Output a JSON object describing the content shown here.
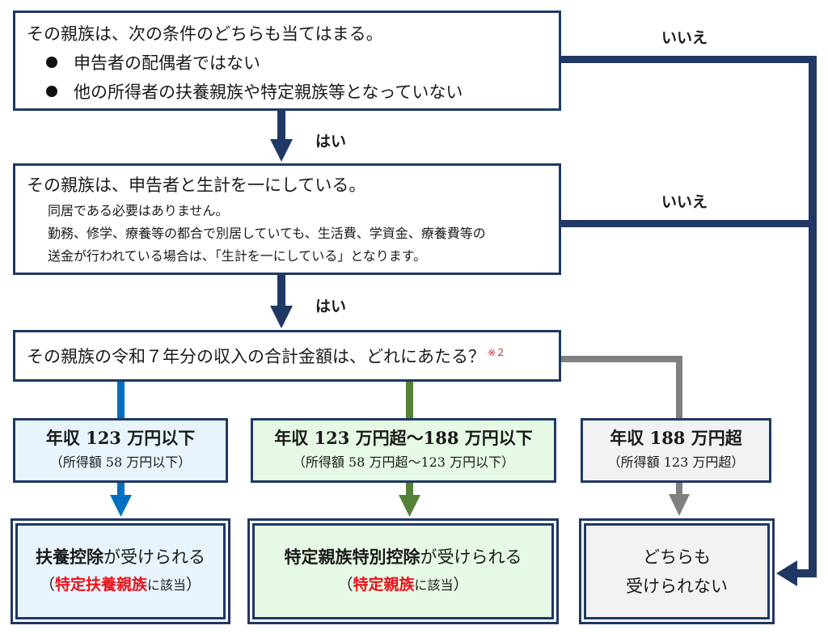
{
  "colors": {
    "navy": "#1f3864",
    "blue": "#0070c0",
    "green": "#538135",
    "gray": "#808080",
    "red": "#e8121c",
    "light_blue_bg": "#e8f4fd",
    "light_green_bg": "#e6f9e4",
    "light_gray_bg": "#f2f2f2"
  },
  "labels": {
    "yes": "はい",
    "no": "いいえ"
  },
  "q1": {
    "title": "その親族は、次の条件のどちらも当てはまる。",
    "bullets": [
      "申告者の配偶者ではない",
      "他の所得者の扶養親族や特定親族等となっていない"
    ]
  },
  "q2": {
    "title": "その親族は、申告者と生計を一にしている。",
    "notes": [
      "同居である必要はありません。",
      "勤務、修学、療養等の都合で別居していても、生活費、学資金、療養費等の",
      "送金が行われている場合は、「生計を一にしている」となります。"
    ]
  },
  "q3": {
    "title": "その親族の令和７年分の収入の合計金額は、どれにあたる？",
    "footnote": "※２"
  },
  "categories": [
    {
      "title": "年収 123 万円以下",
      "sub": "（所得額 58 万円以下）"
    },
    {
      "title": "年収 123 万円超～188 万円以下",
      "sub": "（所得額 58 万円超～123 万円以下）"
    },
    {
      "title": "年収 188 万円超",
      "sub": "（所得額 123 万円超）"
    }
  ],
  "results": [
    {
      "bold": "扶養控除",
      "rest": "が受けられる",
      "paren_open": "（",
      "red": "特定扶養親族",
      "after_red": "に該当",
      "paren_close": "）"
    },
    {
      "bold": "特定親族特別控除",
      "rest": "が受けられる",
      "paren_open": "（",
      "red": "特定親族",
      "after_red": "に該当",
      "paren_close": "）"
    },
    {
      "line1": "どちらも",
      "line2": "受けられない"
    }
  ]
}
